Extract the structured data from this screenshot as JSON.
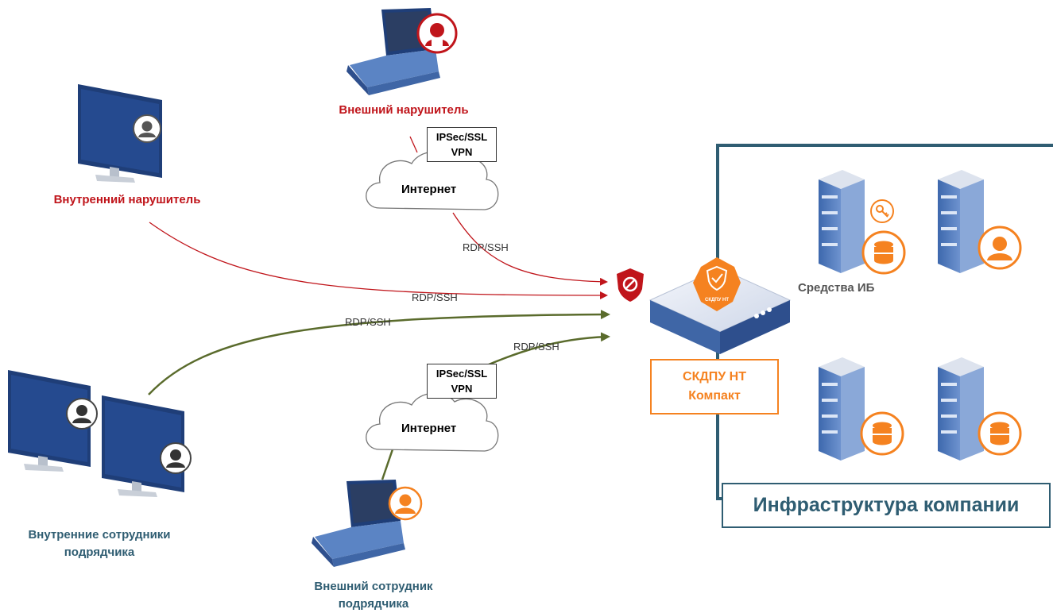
{
  "labels": {
    "external_intruder": "Внешний нарушитель",
    "internal_intruder": "Внутренний нарушитель",
    "internal_employees_line1": "Внутренние сотрудники",
    "internal_employees_line2": "подрядчика",
    "external_employee_line1": "Внешний сотрудник",
    "external_employee_line2": "подрядчика",
    "security_tools": "Средства ИБ",
    "infrastructure": "Инфраструктура компании"
  },
  "product": {
    "line1": "СКДПУ НТ",
    "line2": "Компакт",
    "badge": "СКДПУ НТ"
  },
  "vpn_top": {
    "line1": "IPSec/SSL",
    "line2": "VPN"
  },
  "vpn_bottom": {
    "line1": "IPSec/SSL",
    "line2": "VPN"
  },
  "cloud_top": "Интернет",
  "cloud_bottom": "Интернет",
  "protocols": {
    "top": "RDP/SSH",
    "intruder_line": "RDP/SSH",
    "employees_line": "RDP/SSH",
    "external_line": "RDP/SSH"
  },
  "colors": {
    "threat": "#c0151b",
    "allowed": "#5a6b2c",
    "brand": "#f58220",
    "infra": "#2f5d72",
    "server": "#4a74b4"
  }
}
